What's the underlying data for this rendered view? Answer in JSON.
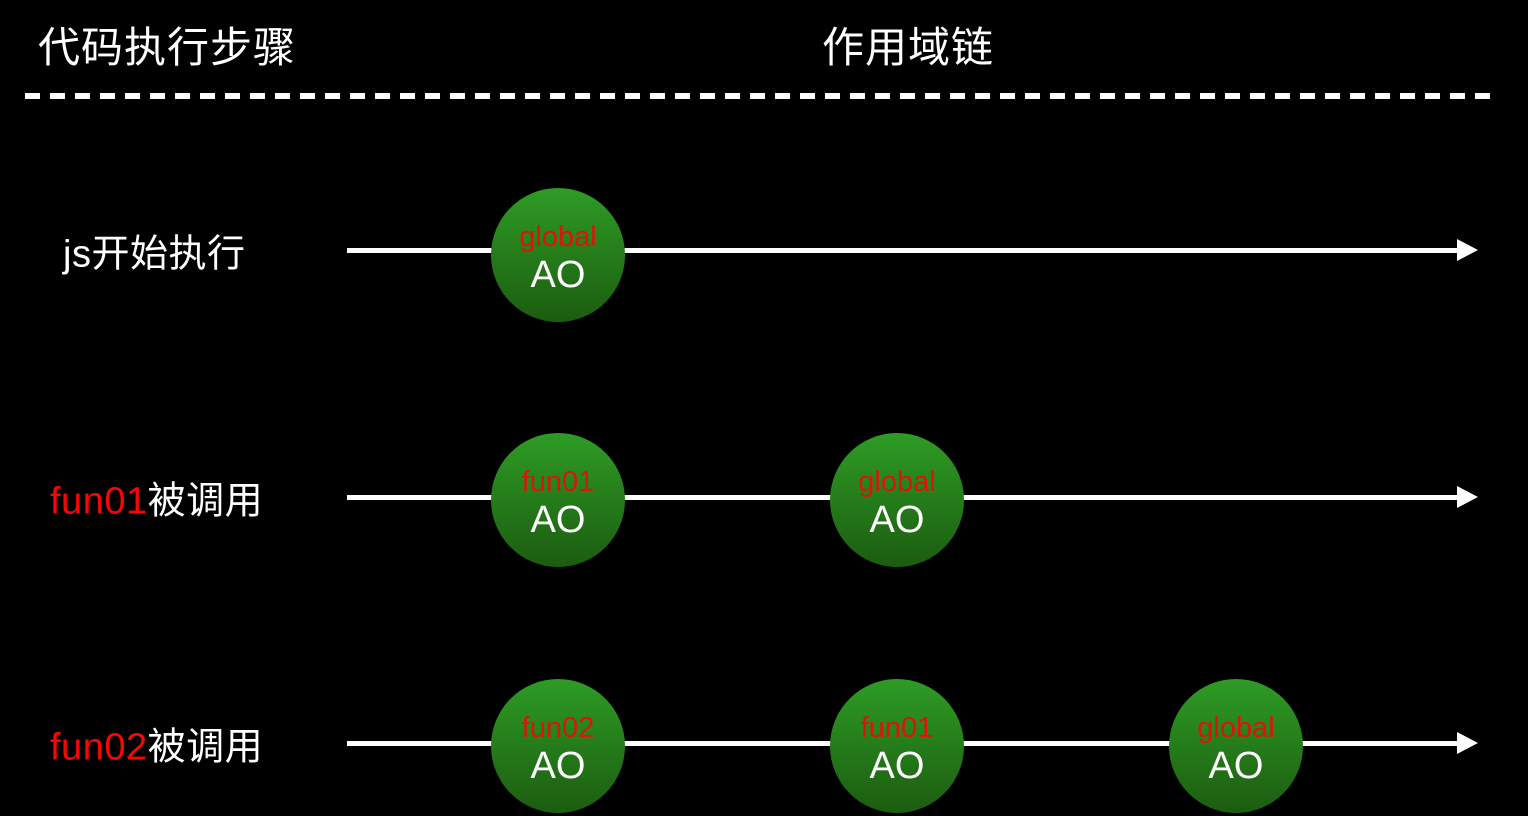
{
  "header": {
    "left_title": "代码执行步骤",
    "right_title": "作用域链"
  },
  "colors": {
    "background": "#000000",
    "text_white": "#ffffff",
    "label_red": "#f80505",
    "circle_name_red": "#dd1408",
    "circle_green_top": "#2e9c25",
    "circle_green_bottom": "#1c5c10",
    "arrow_white": "#ffffff"
  },
  "rows": [
    {
      "label_red": "",
      "label_white": "js开始执行",
      "circles": [
        {
          "name": "global",
          "label": "AO"
        }
      ]
    },
    {
      "label_red": "fun01",
      "label_white": "被调用",
      "circles": [
        {
          "name": "fun01",
          "label": "AO"
        },
        {
          "name": "global",
          "label": "AO"
        }
      ]
    },
    {
      "label_red": "fun02",
      "label_white": "被调用",
      "circles": [
        {
          "name": "fun02",
          "label": "AO"
        },
        {
          "name": "fun01",
          "label": "AO"
        },
        {
          "name": "global",
          "label": "AO"
        }
      ]
    }
  ]
}
